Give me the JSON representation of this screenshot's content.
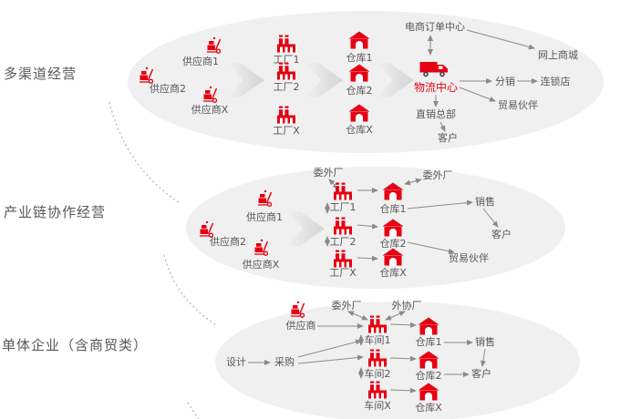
{
  "colors": {
    "accent": "#e60012",
    "text": "#595757",
    "ellipse_fill": "#f0f0f0",
    "arrow": "#8a8a8a"
  },
  "icons": {
    "supplier": "cart-icon",
    "factory": "factory-icon",
    "workshop": "factory-icon",
    "warehouse": "warehouse-icon",
    "logistics_center": "truck-icon"
  },
  "sections": [
    {
      "title": "多渠道经营",
      "nodes": {
        "supplier1": "供应商1",
        "supplier2": "供应商2",
        "supplierX": "供应商X",
        "factory1": "工厂1",
        "factory2": "工厂2",
        "factoryX": "工厂X",
        "warehouse1": "仓库1",
        "warehouse2": "仓库2",
        "warehouseX": "仓库X",
        "logistics_center": "物流中心",
        "ecommerce_order_center": "电商订单中心",
        "online_mall": "网上商城",
        "distribution": "分销",
        "chain_store": "连锁店",
        "trade_partner": "贸易伙伴",
        "direct_sales_hq": "直销总部",
        "customer": "客户"
      }
    },
    {
      "title": "产业链协作经营",
      "nodes": {
        "supplier1": "供应商1",
        "supplier2": "供应商2",
        "supplierX": "供应商X",
        "outsourced_factory_top": "委外厂",
        "factory1": "工厂1",
        "factory2": "工厂2",
        "factoryX": "工厂X",
        "warehouse1": "仓库1",
        "warehouse2": "仓库2",
        "warehouseX": "仓库X",
        "outsourced_factory_right": "委外厂",
        "sales": "销售",
        "customer": "客户",
        "trade_partner": "贸易伙伴"
      }
    },
    {
      "title": "单体企业（含商贸类）",
      "nodes": {
        "design": "设计",
        "procurement": "采购",
        "supplier": "供应商",
        "outsourced_factory": "委外厂",
        "external_factory": "外协厂",
        "workshop1": "车间1",
        "workshop2": "车间2",
        "workshopX": "车间X",
        "warehouse1": "仓库1",
        "warehouse2": "仓库2",
        "warehouseX": "仓库X",
        "sales": "销售",
        "customer": "客户"
      }
    }
  ]
}
